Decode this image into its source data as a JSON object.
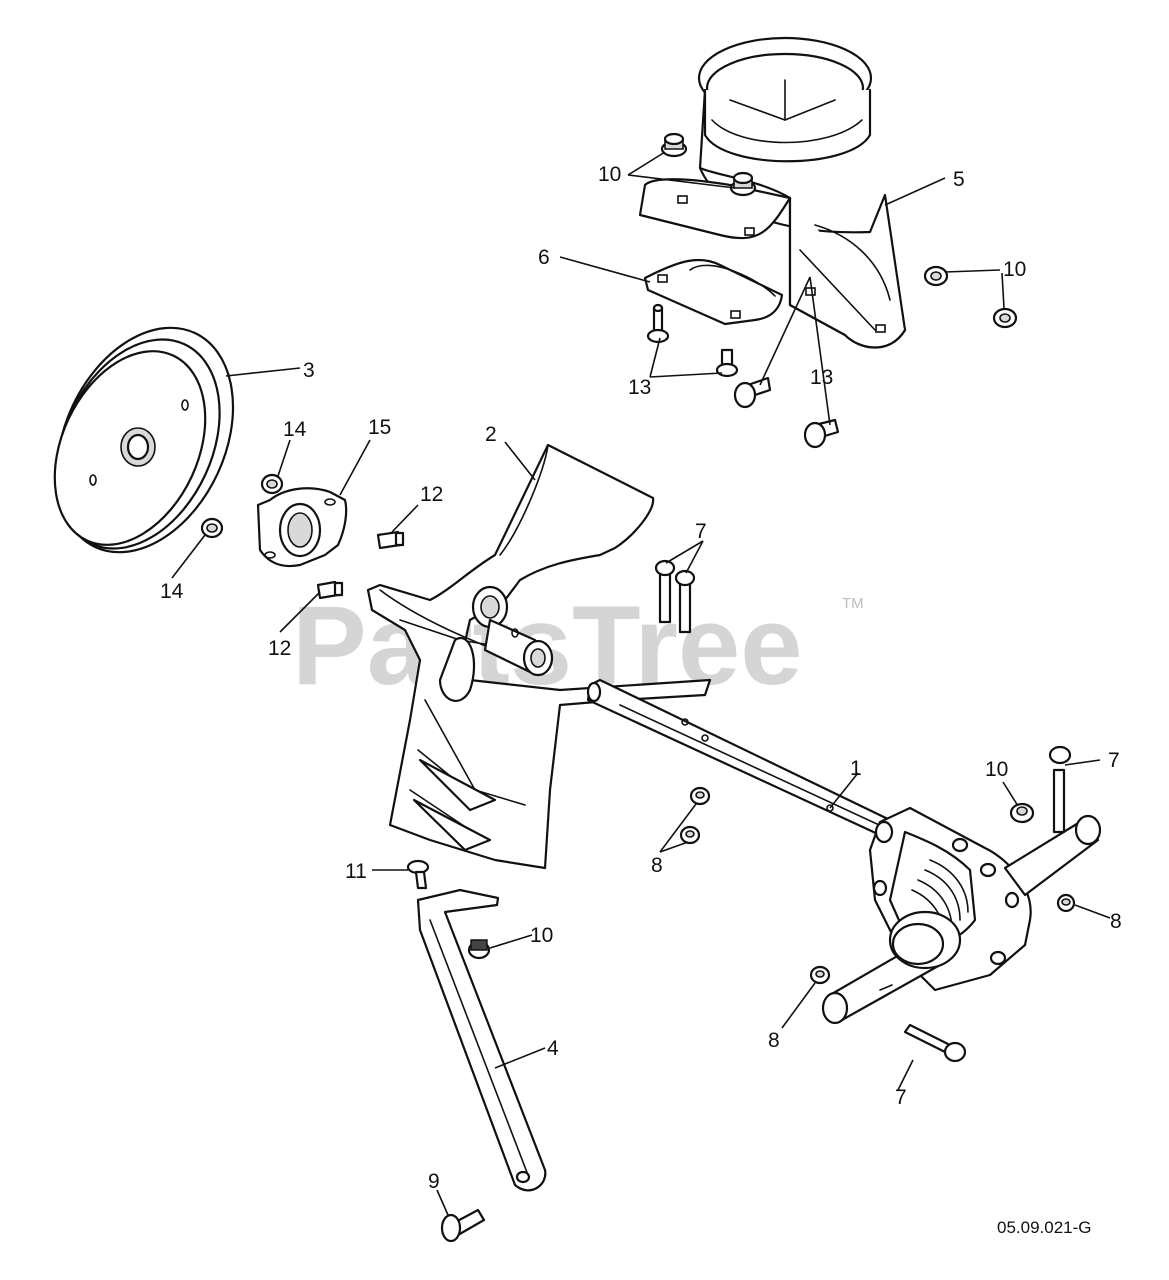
{
  "watermark": {
    "brand": "PartsTree",
    "trademark": "TM"
  },
  "diagram_code": "05.09.021-G",
  "parts": [
    {
      "id": "shaft",
      "callout": "1"
    },
    {
      "id": "impeller",
      "callout": "2"
    },
    {
      "id": "pulley",
      "callout": "3"
    },
    {
      "id": "lever-arm",
      "callout": "4"
    },
    {
      "id": "chute-elbow",
      "callout": "5"
    },
    {
      "id": "chute-plate",
      "callout": "6"
    },
    {
      "id": "bolt",
      "callout": "7"
    },
    {
      "id": "nut",
      "callout": "8"
    },
    {
      "id": "pin",
      "callout": "9"
    },
    {
      "id": "flange-nut",
      "callout": "10"
    },
    {
      "id": "screw",
      "callout": "11"
    },
    {
      "id": "hex-bolt",
      "callout": "12"
    },
    {
      "id": "carriage-bolt",
      "callout": "13"
    },
    {
      "id": "lock-nut",
      "callout": "14"
    },
    {
      "id": "bearing-flange",
      "callout": "15"
    }
  ]
}
